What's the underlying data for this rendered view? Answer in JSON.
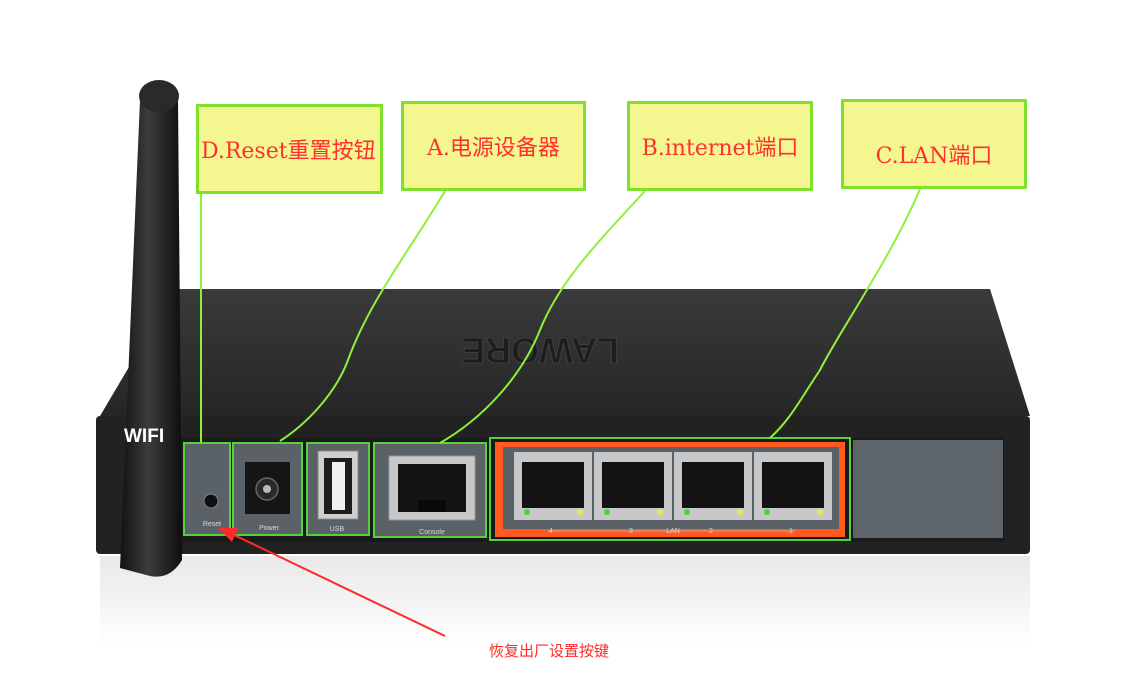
{
  "callouts": {
    "reset": "D.Reset重置按钮",
    "power": "A.电源设备器",
    "internet": "B.internet端口",
    "lan": "C.LAN端口"
  },
  "note": "恢复出厂设置按键",
  "device": {
    "brand_logo": "LAWORE",
    "antenna_label": "WIFI",
    "port_labels": {
      "reset": "Reset",
      "power": "Power",
      "usb": "USB",
      "console": "Console",
      "lan": "LAN",
      "lan_numbers": [
        "4",
        "3",
        "2",
        "1"
      ]
    }
  },
  "colors": {
    "callout_fill": "#f4f68f",
    "callout_border": "#7fe02e",
    "callout_text": "#ff3030",
    "device_body": "#2a2a2a",
    "lan_frame": "#ff5a1f",
    "arrow": "#ff2a2a"
  }
}
